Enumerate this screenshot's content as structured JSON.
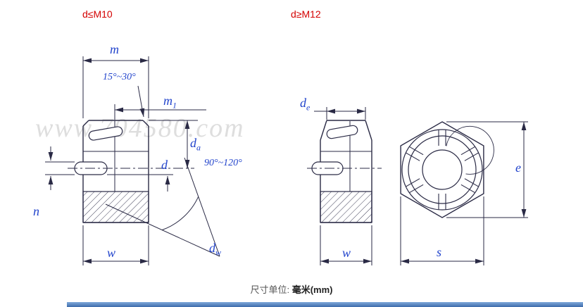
{
  "page": {
    "watermark": "www.704580.com",
    "caption": {
      "prefix": "尺寸单位: ",
      "unit": "毫米(mm)"
    }
  },
  "headers": {
    "small": "d≤M10",
    "large": "d≥M12"
  },
  "colors": {
    "line": "#2a2a45",
    "dimension_label": "#2244cc",
    "header_red": "#d40000",
    "bottom_bar": "#4b7fc0",
    "watermark": "#dedede"
  },
  "dimensions": {
    "left_view": {
      "height": "m",
      "chamfer_angle": "15°~30°",
      "slot_depth": {
        "base": "m",
        "sub": "1"
      },
      "washer_dia": {
        "base": "d",
        "sub": "a"
      },
      "thread_dia": "d",
      "bearing_angle": "90°~120°",
      "slot_width": "n",
      "waist_width": "w",
      "bearing_dia": {
        "base": "d",
        "sub": "w"
      }
    },
    "middle_view": {
      "crown_dia": {
        "base": "d",
        "sub": "e"
      },
      "waist_width": "w"
    },
    "hex_view": {
      "across_corners": "e",
      "across_flats": "s"
    }
  }
}
